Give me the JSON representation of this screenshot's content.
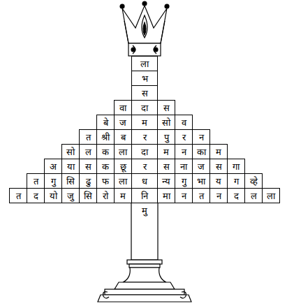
{
  "diagram": {
    "nodes": [
      {
        "text": [
          "ला"
        ]
      },
      {
        "text": [
          "भ"
        ]
      },
      {
        "text": [
          "स"
        ]
      },
      {
        "text": [
          "वा"
        ]
      },
      {
        "text": [
          "दा"
        ]
      },
      {
        "text": [
          "स"
        ]
      },
      {
        "text": [
          "बे"
        ]
      },
      {
        "text": [
          "ज"
        ]
      },
      {
        "text": [
          "म"
        ]
      },
      {
        "text": [
          "सो"
        ]
      },
      {
        "text": [
          "व"
        ]
      },
      {
        "text": [
          "त"
        ]
      },
      {
        "text": [
          "श्री"
        ]
      },
      {
        "text": [
          "ब"
        ]
      },
      {
        "text": [
          "र"
        ]
      },
      {
        "text": [
          "पु"
        ]
      },
      {
        "text": [
          "र"
        ]
      },
      {
        "text": [
          "न"
        ]
      },
      {
        "text": [
          "सो"
        ]
      },
      {
        "text": [
          "ल"
        ]
      },
      {
        "text": [
          "क"
        ]
      },
      {
        "text": [
          "ला"
        ]
      },
      {
        "text": [
          "दा"
        ]
      },
      {
        "text": [
          "म"
        ]
      },
      {
        "text": [
          "न"
        ]
      },
      {
        "text": [
          "का"
        ]
      },
      {
        "text": [
          "म"
        ]
      },
      {
        "text": [
          "अ"
        ]
      },
      {
        "text": [
          "या"
        ]
      },
      {
        "text": [
          "स"
        ]
      },
      {
        "text": [
          "क"
        ]
      },
      {
        "text": [
          "छू"
        ]
      },
      {
        "text": [
          "र"
        ]
      },
      {
        "text": [
          "स"
        ]
      },
      {
        "text": [
          "ना"
        ]
      },
      {
        "text": [
          "ज"
        ]
      },
      {
        "text": [
          "स"
        ]
      },
      {
        "text": [
          "गा"
        ]
      },
      {
        "text": [
          "त"
        ]
      },
      {
        "text": [
          "गु"
        ]
      },
      {
        "text": [
          "सि"
        ]
      },
      {
        "text": [
          "ढु"
        ]
      },
      {
        "text": [
          "फ"
        ]
      },
      {
        "text": [
          "ला"
        ]
      },
      {
        "text": [
          "ध"
        ]
      },
      {
        "text": [
          "न्य"
        ]
      },
      {
        "text": [
          "गु"
        ]
      },
      {
        "text": [
          "भा"
        ]
      },
      {
        "text": [
          "य"
        ]
      },
      {
        "text": [
          "ग"
        ]
      },
      {
        "text": [
          "व्हे"
        ]
      },
      {
        "text": [
          "त"
        ]
      },
      {
        "text": [
          "द"
        ]
      },
      {
        "text": [
          "यो"
        ]
      },
      {
        "text": [
          "जु"
        ]
      },
      {
        "text": [
          "सि"
        ]
      },
      {
        "text": [
          "रो"
        ]
      },
      {
        "text": [
          "म"
        ]
      },
      {
        "text": [
          "नि"
        ]
      },
      {
        "text": [
          "मा"
        ]
      },
      {
        "text": [
          "न"
        ]
      },
      {
        "text": [
          "त"
        ]
      },
      {
        "text": [
          "न"
        ]
      },
      {
        "text": [
          "द"
        ]
      },
      {
        "text": [
          "ल"
        ]
      },
      {
        "text": [
          "ला"
        ]
      }
    ],
    "labels": [
      "मु"
    ]
  }
}
